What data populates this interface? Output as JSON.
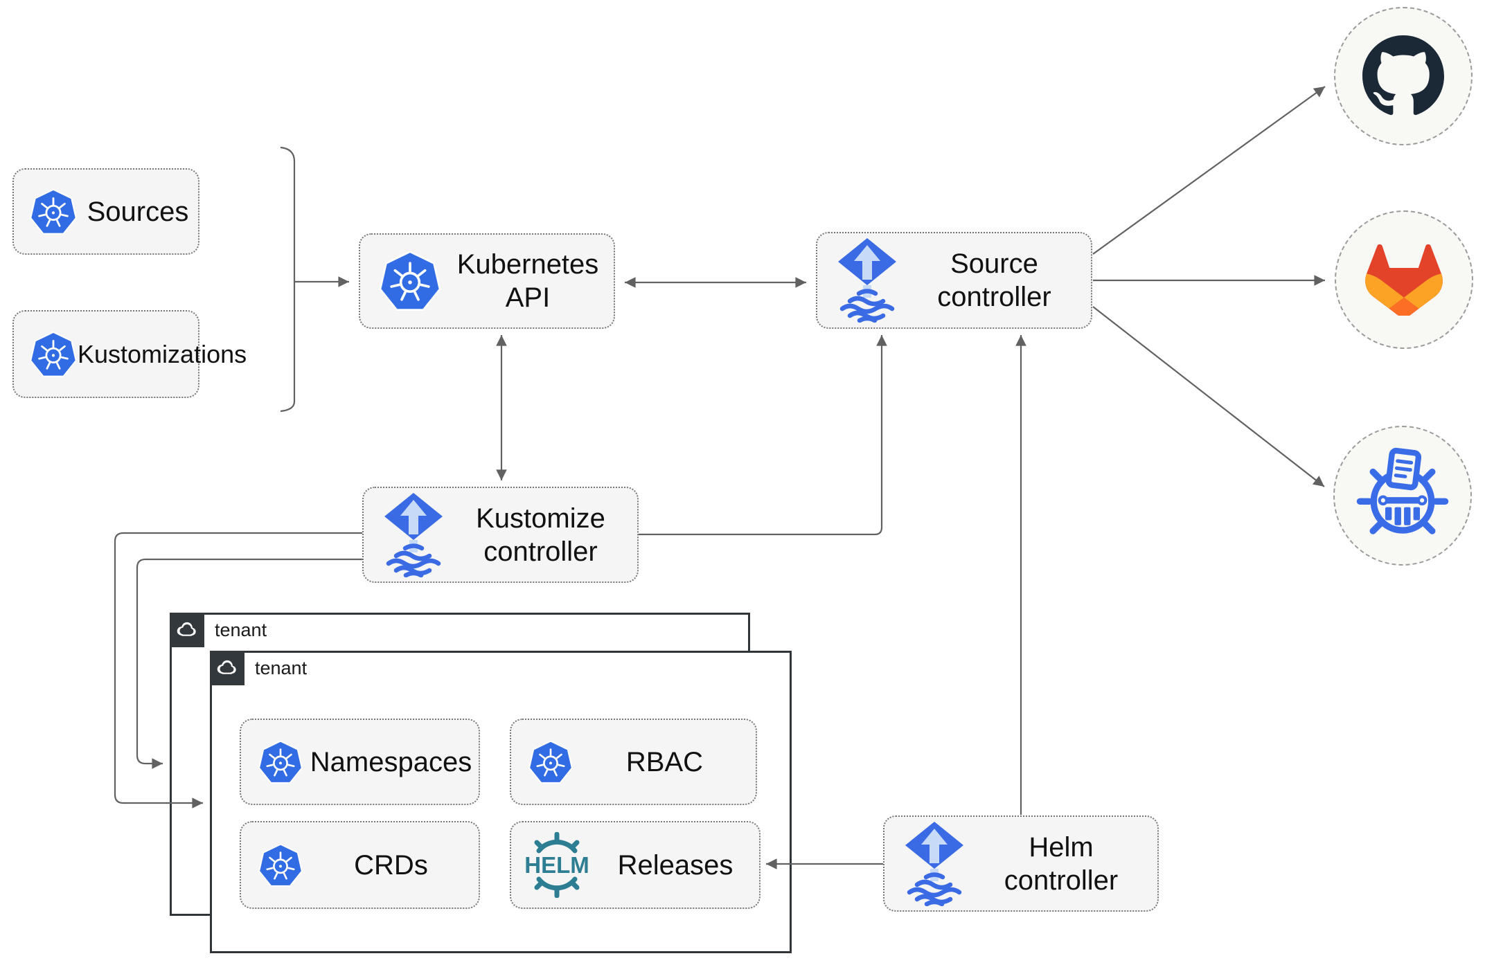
{
  "nodes": {
    "sources": {
      "label": "Sources",
      "icon": "kubernetes-icon"
    },
    "kustomizations": {
      "label": "Kustomizations",
      "icon": "kubernetes-icon"
    },
    "kubernetes_api": {
      "label": "Kubernetes API",
      "icon": "kubernetes-icon"
    },
    "source_controller": {
      "line1": "Source",
      "line2": "controller",
      "icon": "flux-icon"
    },
    "kustomize_controller": {
      "line1": "Kustomize",
      "line2": "controller",
      "icon": "flux-icon"
    },
    "helm_controller": {
      "line1": "Helm",
      "line2": "controller",
      "icon": "flux-icon"
    },
    "namespaces": {
      "label": "Namespaces",
      "icon": "kubernetes-icon"
    },
    "rbac": {
      "label": "RBAC",
      "icon": "kubernetes-icon"
    },
    "crds": {
      "label": "CRDs",
      "icon": "kubernetes-icon"
    },
    "releases": {
      "label": "Releases",
      "icon": "helm-wheel-icon",
      "wordmark": "HELM"
    }
  },
  "tenants": {
    "outer": {
      "label": "tenant",
      "icon": "cloud-icon"
    },
    "inner": {
      "label": "tenant",
      "icon": "cloud-icon"
    }
  },
  "endpoints": {
    "github": {
      "icon": "github-icon"
    },
    "gitlab": {
      "icon": "gitlab-icon"
    },
    "chartmuseum": {
      "icon": "chartmuseum-icon"
    }
  },
  "connections": [
    {
      "from": "sources+kustomizations",
      "to": "kubernetes_api",
      "style": "bracket-arrow"
    },
    {
      "from": "kubernetes_api",
      "to": "source_controller",
      "style": "double-arrow"
    },
    {
      "from": "kubernetes_api",
      "to": "kustomize_controller",
      "style": "double-arrow"
    },
    {
      "from": "kustomize_controller",
      "to": "source_controller",
      "style": "arrow"
    },
    {
      "from": "kustomize_controller",
      "to": "tenant-inner",
      "style": "arrow"
    },
    {
      "from": "kustomize_controller",
      "to": "tenant-outer",
      "style": "arrow"
    },
    {
      "from": "helm_controller",
      "to": "source_controller",
      "style": "arrow"
    },
    {
      "from": "helm_controller",
      "to": "releases",
      "style": "arrow"
    },
    {
      "from": "source_controller",
      "to": "github",
      "style": "arrow"
    },
    {
      "from": "source_controller",
      "to": "gitlab",
      "style": "arrow"
    },
    {
      "from": "source_controller",
      "to": "chartmuseum",
      "style": "arrow"
    }
  ],
  "colors": {
    "kubernetes_blue": "#326ce5",
    "flux_blue": "#3a6be4",
    "flux_arrow_light": "#c7daf7",
    "helm_teal": "#2e7e93",
    "github_dark": "#1b2836",
    "gitlab_red": "#e24329",
    "gitlab_orange": "#fc6d26",
    "gitlab_amber": "#fca326",
    "chartmuseum_blue": "#3a6ce8",
    "line_gray": "#616161",
    "node_fill": "#f5f5f5",
    "tenant_dark": "#33383c"
  }
}
